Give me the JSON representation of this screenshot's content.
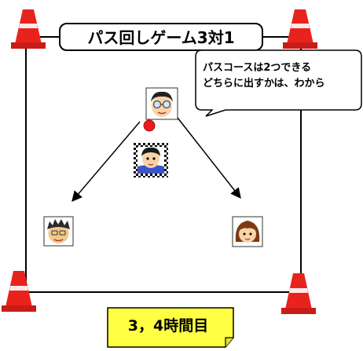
{
  "title": "パス回しゲーム3対1",
  "callout": {
    "line1": "パスコースは2つできる",
    "line2": "どちらに出すかは、わから"
  },
  "period_label": "3，4時間目",
  "colors": {
    "cone": "#e8231e",
    "cone_band": "#ffffff",
    "field_line": "#000000",
    "ball": "#e81c1c",
    "note_bg": "#ffff44"
  },
  "players": [
    {
      "name": "passer",
      "icon": "face-glasses-icon"
    },
    {
      "name": "defender",
      "icon": "face-boy-icon"
    },
    {
      "name": "receiver-left",
      "icon": "face-spiky-icon"
    },
    {
      "name": "receiver-right",
      "icon": "face-girl-icon"
    }
  ]
}
